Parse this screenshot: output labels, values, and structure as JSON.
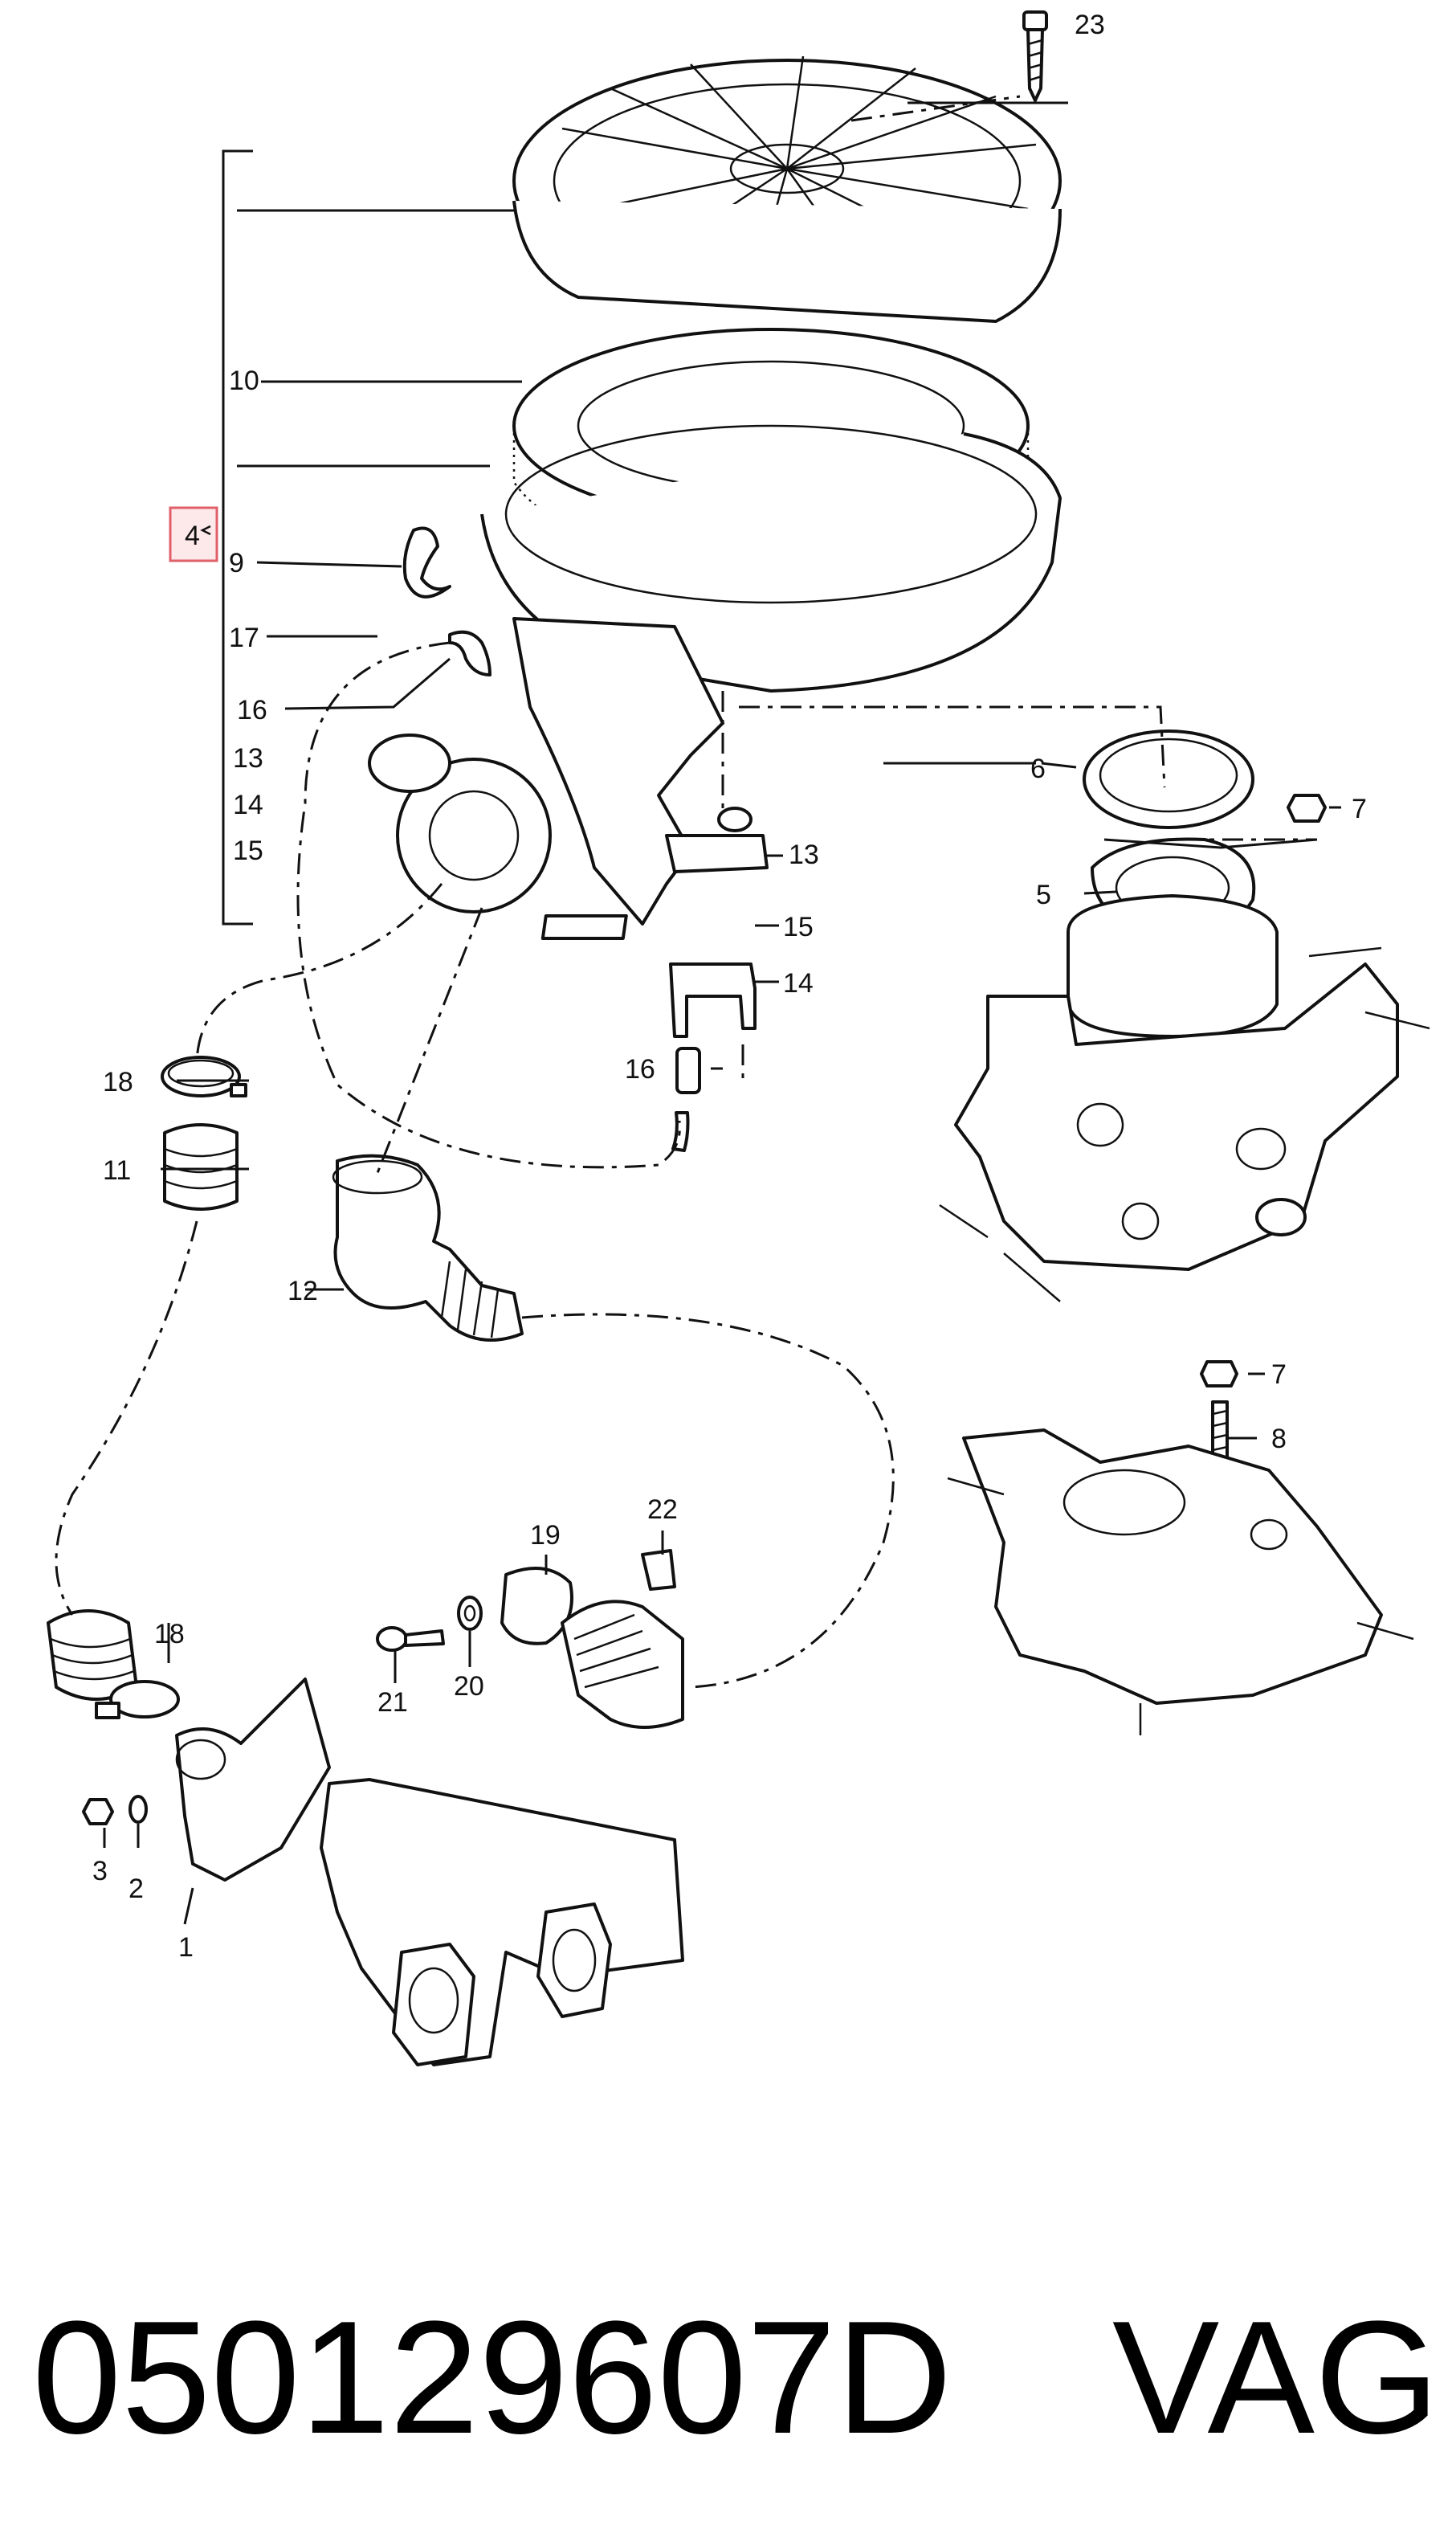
{
  "highlight_color": "#e0606a",
  "diagram": {
    "labels": {
      "l1": "1",
      "l2": "2",
      "l3": "3",
      "l4": "4",
      "l5": "5",
      "l6": "6",
      "l7a": "7",
      "l7b": "7",
      "l8": "8",
      "l9": "9",
      "l10": "10",
      "l11": "11",
      "l12": "12",
      "l13a": "13",
      "l13b": "13",
      "l14a": "14",
      "l14b": "14",
      "l15a": "15",
      "l15b": "15",
      "l16a": "16",
      "l16b": "16",
      "l17": "17",
      "l18a": "18",
      "l18b": "18",
      "l19": "19",
      "l20": "20",
      "l21": "21",
      "l22": "22",
      "l23": "23"
    }
  },
  "footer": {
    "part_number": "050129607D",
    "brand": "VAG"
  }
}
